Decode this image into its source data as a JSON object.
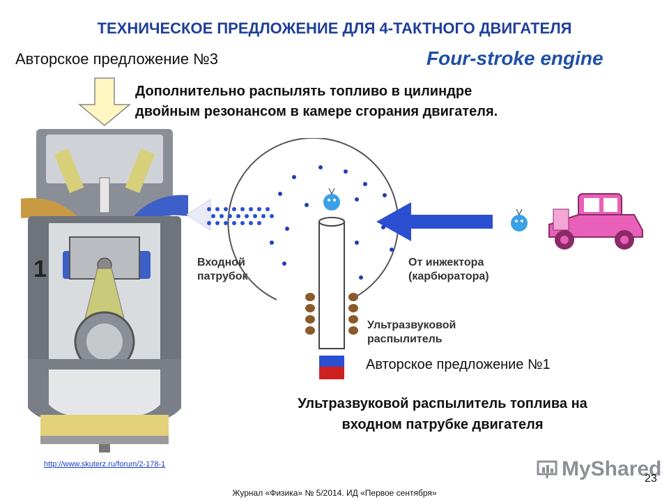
{
  "slide": {
    "title": "ТЕХНИЧЕСКОЕ ПРЕДЛОЖЕНИЕ ДЛЯ 4-ТАКТНОГО ДВИГАТЕЛЯ",
    "author_proposal_3": "Авторское предложение №3",
    "subtitle_en": "Four-stroke engine",
    "caption_top_line1": "Дополнительно распылять топливо в цилиндре",
    "caption_top_line2": "двойным резонансом в камере сгорания двигателя.",
    "author_proposal_1": "Авторское предложение №1",
    "caption_bottom_line1": "Ультразвуковой распылитель топлива на",
    "caption_bottom_line2": "входном патрубке двигателя",
    "source_link": "http://www.skuterz.ru/forum/2-178-1",
    "page_number": "23",
    "footer": "Журнал «Физика» № 5/2014. ИД «Первое сентября»",
    "brand": "MyShared"
  },
  "diagram": {
    "engine_stroke_number": "1",
    "label_inlet_line1": "Входной",
    "label_inlet_line2": "патрубок",
    "label_injector_line1": "От инжектора",
    "label_injector_line2": "(карбюратора)",
    "label_atomizer_line1": "Ультразвуковой",
    "label_atomizer_line2": "распылитель"
  },
  "colors": {
    "title_blue": "#1f3f9a",
    "arrow_blue": "#2b4fd1",
    "dot_blue": "#1d3db8",
    "coil_brown": "#8a5a2b",
    "car_pink": "#e860b8",
    "arrow_yellow": "#fff6c2"
  },
  "icons": [
    "down-arrow-icon",
    "engine-cross-section",
    "blue-mascot-icon",
    "pink-car-illustration",
    "myshared-logo-icon"
  ]
}
